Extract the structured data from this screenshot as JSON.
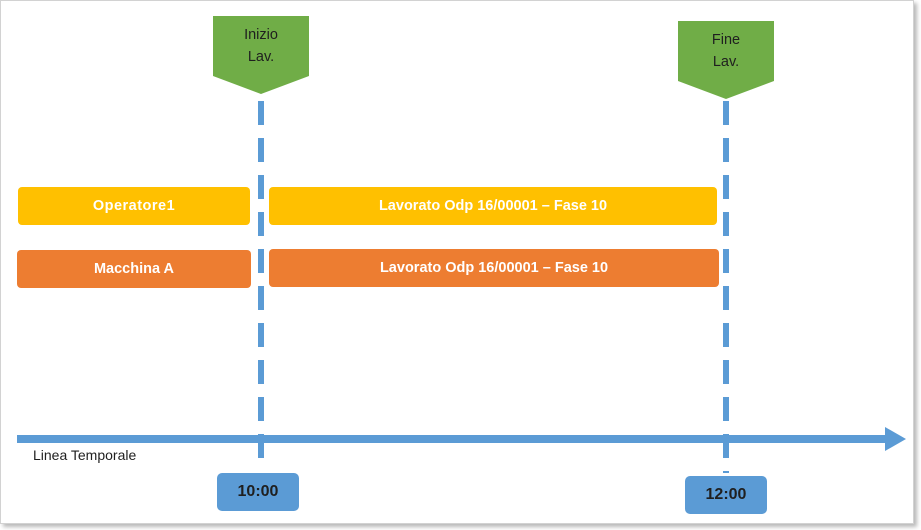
{
  "colors": {
    "accent_blue": "#5b9bd5",
    "marker_green": "#70ad47",
    "operator_yellow": "#ffc000",
    "machine_orange": "#ed7d31"
  },
  "markers": {
    "start": {
      "line1": "Inizio",
      "line2": "Lav."
    },
    "end": {
      "line1": "Fine",
      "line2": "Lav."
    }
  },
  "rows": {
    "operator": {
      "label": "Operatore1",
      "task": "Lavorato Odp 16/00001 – Fase 10"
    },
    "machine": {
      "label": "Macchina A",
      "task": "Lavorato Odp 16/00001 – Fase 10"
    }
  },
  "timeline": {
    "axis_label": "Linea Temporale",
    "start_time": "10:00",
    "end_time": "12:00"
  }
}
